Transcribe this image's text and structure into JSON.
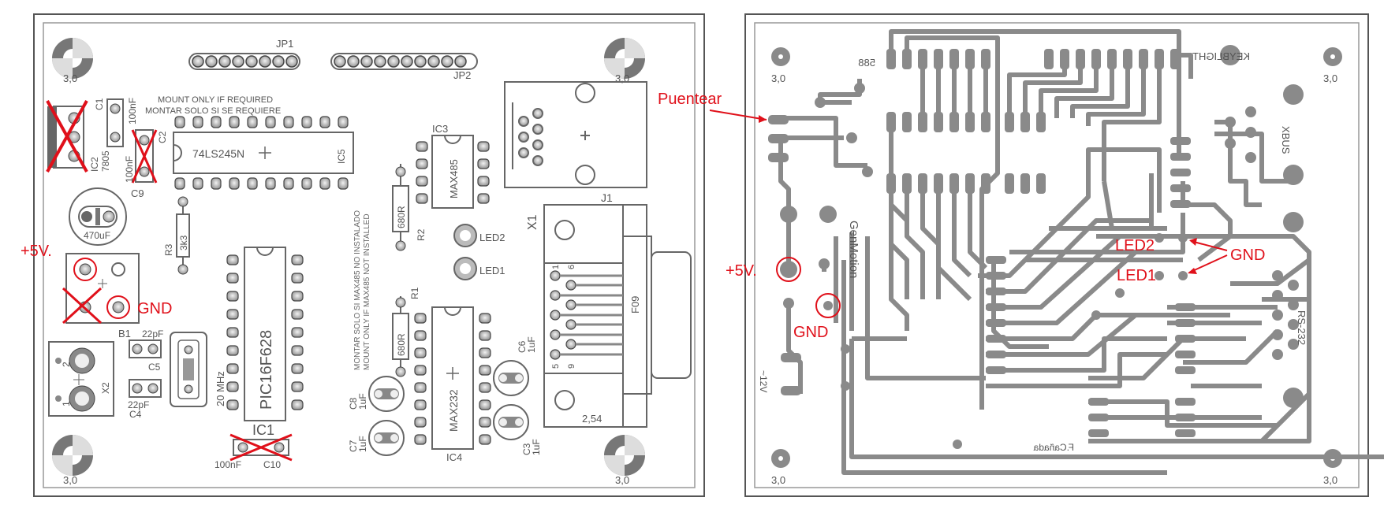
{
  "left_board": {
    "connectors": {
      "jp1": "JP1",
      "jp2": "JP2",
      "j1": "J1",
      "x1": "X1",
      "x2": "X2",
      "b1": "B1"
    },
    "note_mount_en": "MOUNT ONLY IF REQUIRED",
    "note_mount_es": "MONTAR SOLO SI SE REQUIERE",
    "note_max485_es": "MONTAR SOLO SI MAX485 NO INSTALADO",
    "note_max485_en": "MOUNT ONLY IF MAX485 NOT INSTALLED",
    "ics": {
      "ic1": "IC1",
      "ic2": "IC2",
      "ic2_part": "7805",
      "ic3": "IC3",
      "ic3_part": "MAX485",
      "ic4": "IC4",
      "ic4_part": "MAX232",
      "ic5": "IC5",
      "ic5_part": "74LS245N",
      "pic": "PIC16F628"
    },
    "caps": {
      "c1": "C1",
      "c1_val": "100nF",
      "c2": "C2",
      "c9": "C9",
      "c9_val": "100nF",
      "c470": "470uF",
      "c4": "C4",
      "c4_val": "22pF",
      "c5": "C5",
      "c5_val": "22pF",
      "c10": "C10",
      "c10_val": "100nF",
      "c3": "C3",
      "c3_val": "1uF",
      "c6": "C6",
      "c6_val": "1uF",
      "c7": "C7",
      "c7_val": "1uF",
      "c8": "C8",
      "c8_val": "1uF"
    },
    "resistors": {
      "r1": "R1",
      "r1_val": "680R",
      "r2": "R2",
      "r2_val": "680R",
      "r3": "R3",
      "r3_val": "3k3"
    },
    "leds": {
      "led1": "LED1",
      "led2": "LED2"
    },
    "crystal": "20 MHz",
    "db9": {
      "label": "F09",
      "p1": "1",
      "p5": "5",
      "p6": "6",
      "p9": "9"
    },
    "pitch": "2,54",
    "hole": "3,0",
    "x2_pins": {
      "p1": "1",
      "p2": "2"
    },
    "annot_5v": "+5V.",
    "annot_gnd": "GND"
  },
  "right_board": {
    "hole": "3,0",
    "annot_puentear": "Puentear",
    "annot_5v": "+5V.",
    "annot_gnd_left": "GND",
    "annot_gnd_right": "GND",
    "annot_led1": "LED1",
    "annot_led2": "LED2",
    "text_keyblight": "KEYBLIGHT",
    "text_588": "588",
    "text_geminotion": "GenMotion",
    "text_xbus": "XBUS",
    "text_rs232": "RS-232",
    "text_author": "F.Cañada",
    "text_12v": "~12V"
  },
  "colors": {
    "board_outline": "#555555",
    "silkscreen": "#555555",
    "copper": "#8a8a8a",
    "annotation": "#e0101a"
  }
}
